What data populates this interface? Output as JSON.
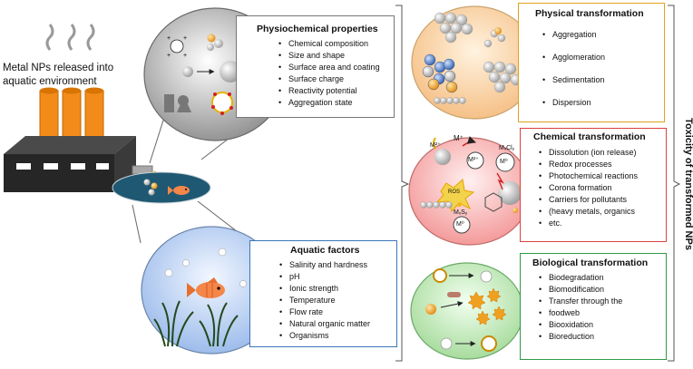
{
  "intro_text": [
    "Metal NPs released into",
    "aquatic environment"
  ],
  "side_label": "Toxicity of transformed NPs",
  "panels": {
    "physiochem": {
      "title": "Physiochemical properties",
      "items": [
        "Chemical composition",
        "Size and shape",
        "Surface area and coating",
        "Surface charge",
        "Reactivity potential",
        "Aggregation state"
      ]
    },
    "aquatic": {
      "title": "Aquatic factors",
      "items": [
        "Salinity and hardness",
        "pH",
        "Ionic strength",
        "Temperature",
        "Flow rate",
        "Natural organic matter",
        "Organisms"
      ]
    },
    "physical": {
      "title": "Physical transformation",
      "items": [
        "Aggregation",
        "Agglomeration",
        "Sedimentation",
        "Dispersion"
      ]
    },
    "chemical": {
      "title": "Chemical transformation",
      "items": [
        "Dissolution (ion release)",
        "Redox processes",
        "Photochemical reactions",
        "Corona formation",
        "Carriers for pollutants",
        "(heavy metals, organics",
        "etc."
      ]
    },
    "biological": {
      "title": "Biological transformation",
      "items": [
        "Biodegradation",
        "Biomodification",
        "Transfer through the",
        "foodweb",
        "Biooxidation",
        "Bioreduction"
      ]
    }
  },
  "chem_labels": {
    "m_plus": "M⁺",
    "m2_plus": "M²⁺",
    "m0": "M⁰",
    "mxcly": "MₓClᵧ",
    "mxsy": "MₓSᵧ",
    "ros": "ROS"
  },
  "colors": {
    "physical_border": "#e0a21e",
    "chemical_border": "#d9433e",
    "biological_border": "#2e9a47",
    "aquatic_border": "#3a77b8",
    "physical_fill": "#f8cfa0",
    "chemical_fill": "#f7a2a2",
    "biological_fill": "#bfe6b8",
    "aquatic_fill": "#b9cff1",
    "chimney": "#f28b1a",
    "factory": "#262626"
  }
}
